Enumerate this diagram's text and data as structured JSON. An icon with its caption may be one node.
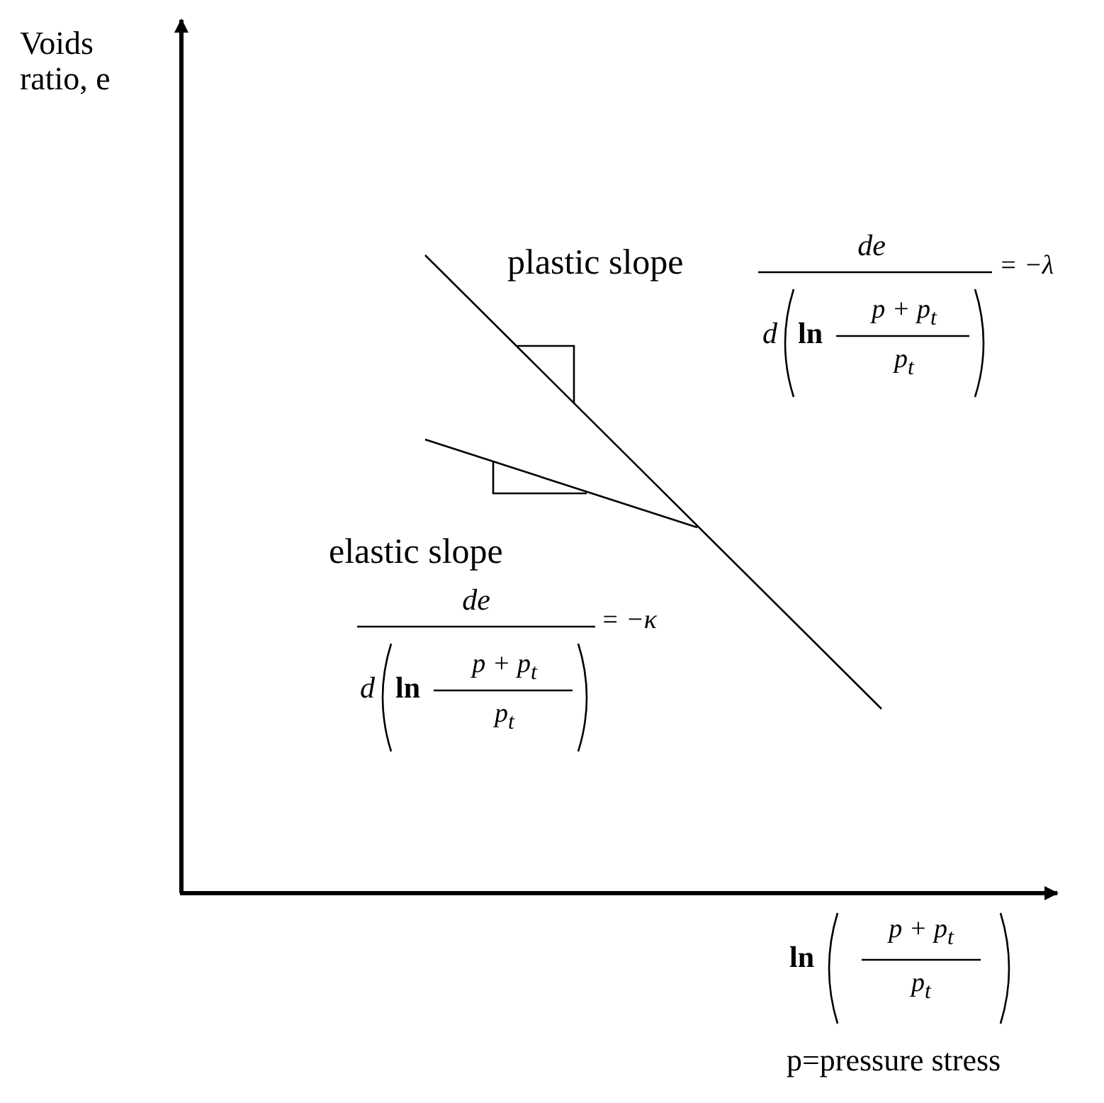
{
  "diagram": {
    "labels": [
      "Voids ratio, e",
      "plastic slope",
      "de",
      "d",
      "ln",
      "p + p$_{t}$",
      "p$_{t}$",
      "= −λ",
      "elastic slope",
      "de",
      "d",
      "ln",
      "p + p$_{t}$",
      "p$_{t}$",
      "= −κ",
      "ln",
      "p + p$_{t}$",
      "p$_{t}$",
      "p=pressure stress"
    ]
  }
}
